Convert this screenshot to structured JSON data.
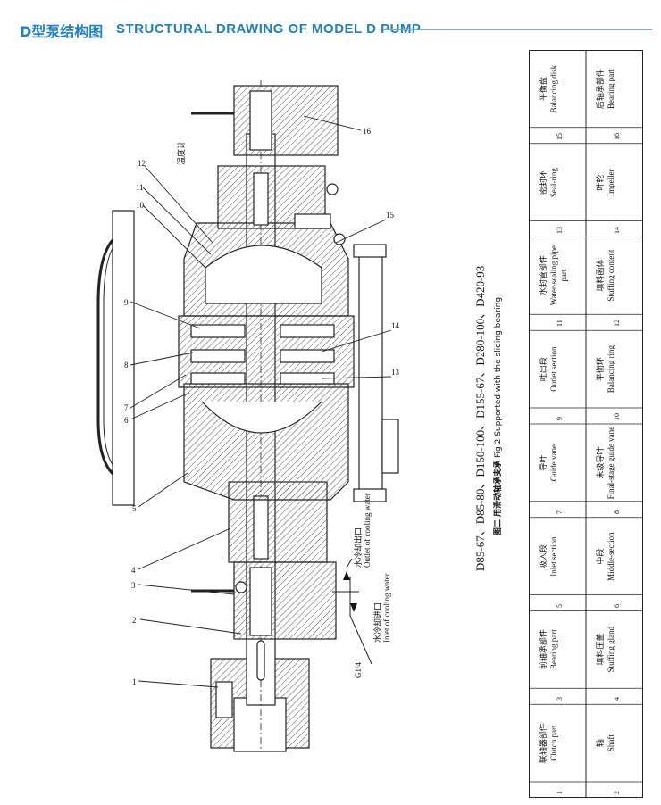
{
  "header": {
    "title_cn": "D型泵结构图",
    "title_en": "STRUCTURAL DRAWING OF MODEL D PUMP"
  },
  "colors": {
    "accent": "#1f7fbf",
    "line": "#222222",
    "hatch": "#555555"
  },
  "drawing": {
    "callouts": [
      "1",
      "2",
      "3",
      "4",
      "5",
      "6",
      "7",
      "8",
      "9",
      "10",
      "11",
      "12",
      "13",
      "14",
      "15",
      "16"
    ],
    "thermometer_cn": "温度计",
    "outlet_cooling_cn": "水冷却出口",
    "outlet_cooling_en": "Outlet of cooling water",
    "inlet_cooling_cn": "水冷却进口",
    "inlet_cooling_en": "Inlet of cooling water",
    "thread_label": "G1/4"
  },
  "models": "D85-67、D85-80、D150-100、D155-67、D280-100、D420-93",
  "figure_caption": {
    "cn": "图二 用滑动轴承支承",
    "en": "Fig 2 Supported with the sliding bearing"
  },
  "parts": [
    {
      "no": "1",
      "cn": "联轴器部件",
      "en": "Clutch part"
    },
    {
      "no": "2",
      "cn": "轴",
      "en": "Shaft"
    },
    {
      "no": "3",
      "cn": "前轴承部件",
      "en": "Bearing part"
    },
    {
      "no": "4",
      "cn": "填料压盖",
      "en": "Stuffing gland"
    },
    {
      "no": "5",
      "cn": "吸入段",
      "en": "Inlet section"
    },
    {
      "no": "6",
      "cn": "中段",
      "en": "Middle-section"
    },
    {
      "no": "7",
      "cn": "导叶",
      "en": "Guide vane"
    },
    {
      "no": "8",
      "cn": "末级导叶",
      "en": "Final-stage guide vane"
    },
    {
      "no": "9",
      "cn": "吐出段",
      "en": "Outlet section"
    },
    {
      "no": "10",
      "cn": "平衡环",
      "en": "Balancing ring"
    },
    {
      "no": "11",
      "cn": "水封管部件",
      "en": "Water-sealing pipe part"
    },
    {
      "no": "12",
      "cn": "填料函体",
      "en": "Stuffing content"
    },
    {
      "no": "13",
      "cn": "密封环",
      "en": "Seal-ring"
    },
    {
      "no": "14",
      "cn": "叶轮",
      "en": "Impeller"
    },
    {
      "no": "15",
      "cn": "平衡盘",
      "en": "Balancing disk"
    },
    {
      "no": "16",
      "cn": "后轴承部件",
      "en": "Bearing part"
    }
  ]
}
